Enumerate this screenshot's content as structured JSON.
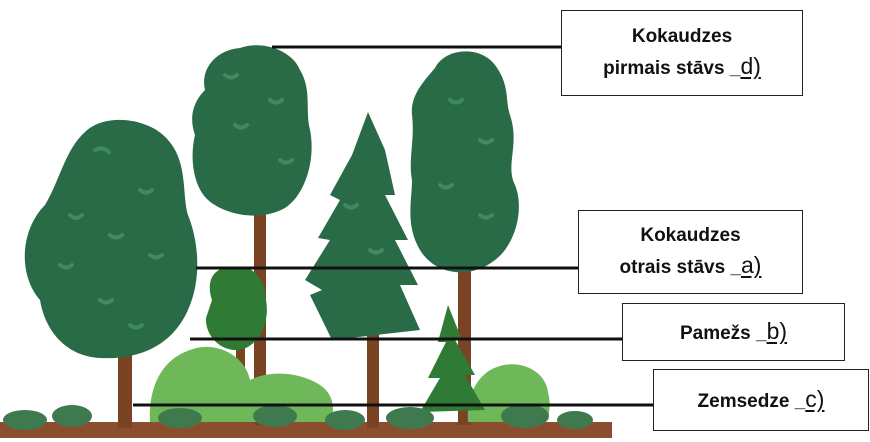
{
  "labels": {
    "first_layer": {
      "line1": "Kokaudzes",
      "line2": "pirmais stāvs",
      "blank": "_",
      "answer": "d)"
    },
    "second_layer": {
      "line1": "Kokaudzes",
      "line2": "otrais stāvs",
      "blank": "_",
      "answer": "a)"
    },
    "undergrowth": {
      "line1": "Pamežs",
      "blank": "_",
      "answer": "b)"
    },
    "ground_cover": {
      "line1": "Zemsedze",
      "blank": "_",
      "answer": "c)"
    }
  },
  "colors": {
    "dark_tree": "#2a6b47",
    "dark_tree_spots": "#3f8a5e",
    "mid_tree": "#2f7a34",
    "light_bush": "#6fb85a",
    "low_bush": "#3f7a4f",
    "trunk": "#7a4424",
    "ground": "#8a4e2e",
    "leader_line": "#111111"
  }
}
